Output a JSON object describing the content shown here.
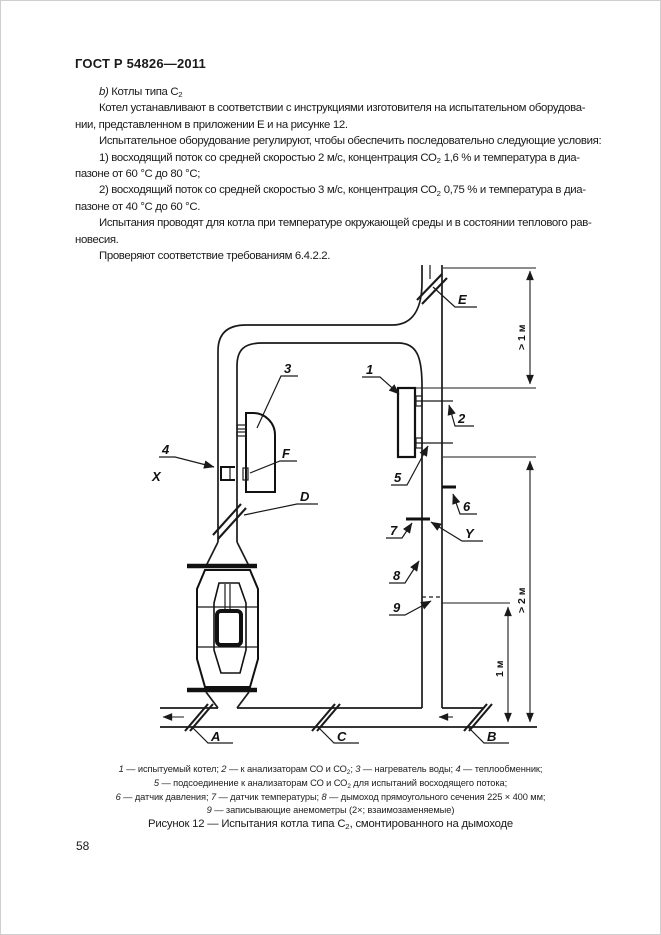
{
  "header": {
    "title": "ГОСТ Р 54826—2011"
  },
  "page": {
    "number": "58"
  },
  "body_text": {
    "lines": [
      [
        {
          "t": "b)",
          "i": true
        },
        {
          "t": " Котлы типа С"
        },
        {
          "t": "2",
          "sub": true
        }
      ],
      [
        {
          "t": "Котел устанавливают в соответствии с инструкциями изготовителя на испытательном оборудова-"
        }
      ],
      [
        {
          "t": "нии, представленном в приложении Е и на рисунке 12."
        }
      ],
      [
        {
          "t": "Испытательное оборудование регулируют, чтобы обеспечить последовательно следующие условия:"
        }
      ],
      [
        {
          "t": "1) восходящий поток со средней скоростью 2 м/с, концентрация СО"
        },
        {
          "t": "2",
          "sub": true
        },
        {
          "t": " 1,6 % и температура в диа-"
        }
      ],
      [
        {
          "t": "пазоне от 60 °С до 80 °С;"
        }
      ],
      [
        {
          "t": "2) восходящий поток со средней скоростью 3 м/с, концентрация СО"
        },
        {
          "t": "2",
          "sub": true
        },
        {
          "t": " 0,75 % и температура в диа-"
        }
      ],
      [
        {
          "t": "пазоне от 40 °С до 60 °С."
        }
      ],
      [
        {
          "t": "Испытания проводят для котла при температуре окружающей среды и в состоянии теплового рав-"
        }
      ],
      [
        {
          "t": "новесия."
        }
      ],
      [
        {
          "t": "Проверяют соответствие требованиям 6.4.2.2."
        }
      ]
    ]
  },
  "figure": {
    "labels": {
      "n1": "1",
      "n2": "2",
      "n3": "3",
      "n4": "4",
      "n5": "5",
      "n6": "6",
      "n7": "7",
      "n8": "8",
      "n9": "9",
      "A": "A",
      "B": "B",
      "C": "C",
      "D": "D",
      "E": "E",
      "F": "F",
      "X": "X",
      "Y": "Y"
    },
    "dims": {
      "top": "> 1 м",
      "right": "> 2 м",
      "inner": "1 м"
    },
    "caption_lines": [
      [
        {
          "t": "1",
          "i": true
        },
        {
          "t": " — испытуемый котел; "
        },
        {
          "t": "2",
          "i": true
        },
        {
          "t": " — к анализаторам СО и СО"
        },
        {
          "t": "2",
          "sub": true
        },
        {
          "t": "; "
        },
        {
          "t": "3",
          "i": true
        },
        {
          "t": " — нагреватель воды; "
        },
        {
          "t": "4",
          "i": true
        },
        {
          "t": " — теплообменник;"
        }
      ],
      [
        {
          "t": "5",
          "i": true
        },
        {
          "t": " — подсоединение к анализаторам СО и СО"
        },
        {
          "t": "2",
          "sub": true
        },
        {
          "t": " для испытаний восходящего потока;"
        }
      ],
      [
        {
          "t": "6",
          "i": true
        },
        {
          "t": " — датчик давления; "
        },
        {
          "t": "7",
          "i": true
        },
        {
          "t": " — датчик температуры; "
        },
        {
          "t": "8",
          "i": true
        },
        {
          "t": " — дымоход прямоугольного сечения 225 × 400 мм;"
        }
      ],
      [
        {
          "t": "9",
          "i": true
        },
        {
          "t": " — записывающие анемометры (2×; взаимозаменяемые)"
        }
      ]
    ],
    "title_parts": [
      {
        "t": "Рисунок 12 — Испытания котла типа С"
      },
      {
        "t": "2",
        "sub": true
      },
      {
        "t": ", смонтированного на дымоходе"
      }
    ]
  }
}
